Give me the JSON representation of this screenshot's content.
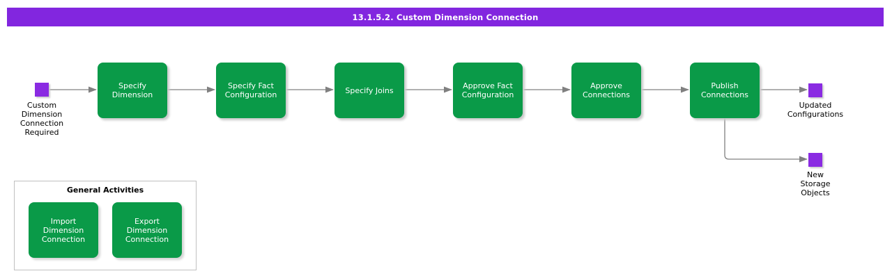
{
  "header": {
    "title": "13.1.5.2. Custom Dimension Connection"
  },
  "process": {
    "start_event": {
      "label_lines": [
        "Custom",
        "Dimension",
        "Connection",
        "Required"
      ]
    },
    "activities": [
      {
        "label": "Specify Dimension"
      },
      {
        "label": "Specify Fact Configuration"
      },
      {
        "label": "Specify Joins"
      },
      {
        "label": "Approve Fact Configuration"
      },
      {
        "label": "Approve Connections"
      },
      {
        "label": "Publish Connections"
      }
    ],
    "end_events": [
      {
        "label_lines": [
          "Updated",
          "Configurations"
        ]
      },
      {
        "label_lines": [
          "New",
          "Storage",
          "Objects"
        ]
      }
    ]
  },
  "general_activities": {
    "title": "General Activities",
    "activities": [
      {
        "label": "Import Dimension Connection"
      },
      {
        "label": "Export Dimension Connection"
      }
    ]
  },
  "colors": {
    "header_bg": "#8226DF",
    "activity_green": "#0A9A48",
    "event_purple": "#8A2BE2",
    "connector_gray": "#808080",
    "group_border": "#C0C0C0"
  }
}
